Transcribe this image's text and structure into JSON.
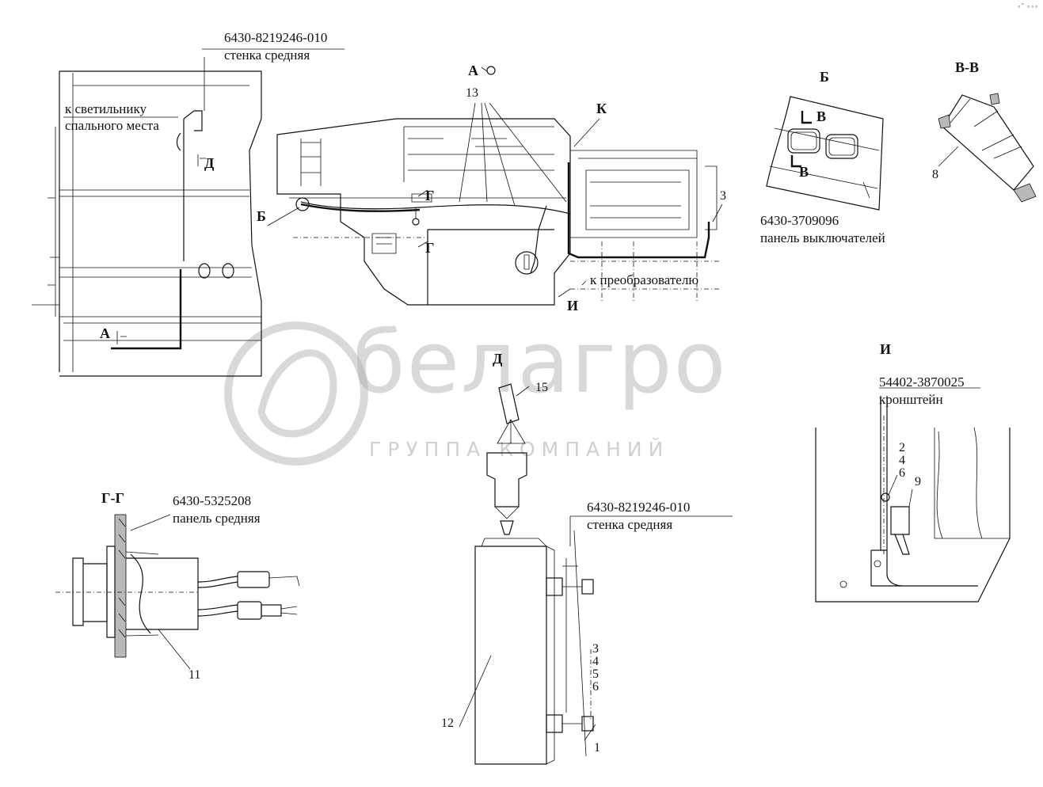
{
  "corner_mark": "∘˚ ∘∘∘",
  "watermark": {
    "brand": "белагро",
    "subtitle": "ГРУППА КОМПАНИЙ"
  },
  "view_headers": {
    "a": "А",
    "b": "Б",
    "vv": "В-В",
    "d": "Д",
    "gg": "Г-Г",
    "i": "И"
  },
  "callouts": {
    "wall_top_code": "6430-8219246-010",
    "wall_top_name": "стенка средняя",
    "lamp_line1": "к светильнику",
    "lamp_line2": "спального места",
    "d_marker": "Д",
    "a_marker": "А",
    "pos13": "13",
    "k_marker": "К",
    "g_top": "Г",
    "g_bottom": "Г",
    "b_marker": "Б",
    "pos3": "3",
    "converter": "к преобразователю",
    "i_marker": "И",
    "v_top": "В",
    "v_bottom": "В",
    "switch_code": "6430-3709096",
    "switch_name": "панель выключателей",
    "pos8": "8",
    "pos15": "15",
    "wall_mid_code": "6430-8219246-010",
    "wall_mid_name": "стенка средняя",
    "fasteners_main": [
      "3",
      "4",
      "5",
      "6"
    ],
    "pos12": "12",
    "pos1": "1",
    "panel_mid_code": "6430-5325208",
    "panel_mid_name": "панель средняя",
    "pos11": "11",
    "bracket_code": "54402-3870025",
    "bracket_name": "кронштейн",
    "fasteners_bracket": [
      "2",
      "4",
      "6"
    ],
    "pos9": "9"
  }
}
